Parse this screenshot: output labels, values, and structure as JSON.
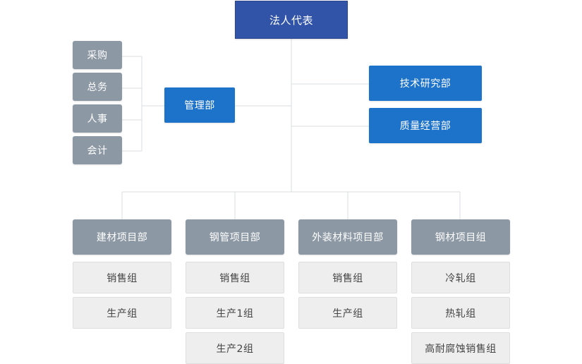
{
  "root": {
    "label": "法人代表"
  },
  "management": {
    "label": "管理部",
    "children": [
      "采购",
      "总务",
      "人事",
      "会计"
    ]
  },
  "right_departments": [
    "技术研究部",
    "质量经营部"
  ],
  "projects": [
    {
      "label": "建材项目部",
      "groups": [
        "销售组",
        "生产组"
      ]
    },
    {
      "label": "钢管项目部",
      "groups": [
        "销售组",
        "生产1组",
        "生产2组"
      ]
    },
    {
      "label": "外装材料项目部",
      "groups": [
        "销售组",
        "生产组"
      ]
    },
    {
      "label": "钢材项目组",
      "groups": [
        "冷轧组",
        "热轧组",
        "高耐腐蚀销售组"
      ]
    }
  ],
  "colors": {
    "root": "#3154a8",
    "department": "#1d72c9",
    "project": "#8c98a4",
    "group": "#eeeeee",
    "connector": "#d9dde2"
  }
}
